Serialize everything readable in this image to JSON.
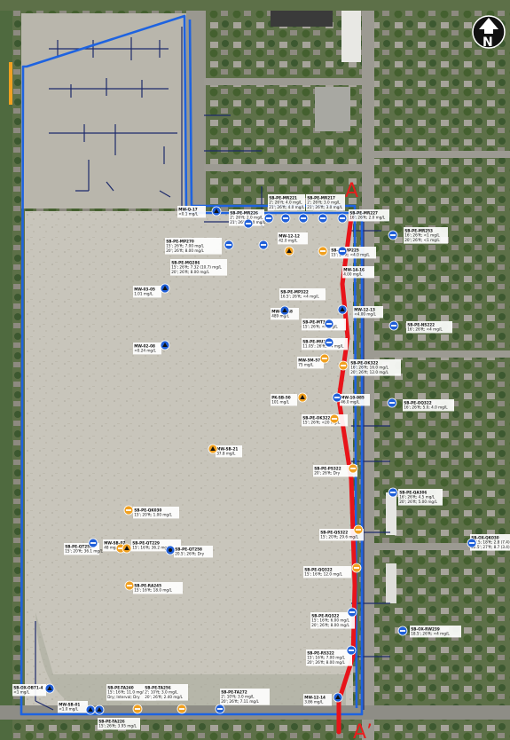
{
  "map": {
    "north_label": "N",
    "section": {
      "start": "A",
      "end": "A’",
      "color": "#e8141a"
    },
    "colors": {
      "boundary": "#1e63e0",
      "well_blue": "#1f5fd8",
      "well_orange": "#f0a020",
      "pipe": "#1d2a6b",
      "label_bg": "#ffffff"
    },
    "labels": [
      {
        "id": "l01",
        "lines": [
          "MW-Q-17",
          "<0.1 mg/L"
        ]
      },
      {
        "id": "l02",
        "lines": [
          "SB-PE-MR226",
          "2'; 26'ft; 2.0 mg/L",
          "21'; 26'ft; 2.0 mg/L"
        ]
      },
      {
        "id": "l03",
        "lines": [
          "SB-PE-MR221",
          "2'; 26'ft; 4.0 mg/L",
          "21'; 26'ft; 4.0 mg/L"
        ]
      },
      {
        "id": "l04",
        "lines": [
          "SB-PE-MR217",
          "2'; 26'ft; 3.0 mg/L",
          "21'; 26'ft; 3.0 mg/L"
        ]
      },
      {
        "id": "l05",
        "lines": [
          "SB-PE-MR227",
          "16'; 26'ft; 2.0 mg/L"
        ]
      },
      {
        "id": "l06",
        "lines": [
          "SB-PE-MR253",
          "16'; 26'ft; <1 mg/L",
          "20'; 26'ft; <1 mg/L"
        ]
      },
      {
        "id": "l07",
        "lines": [
          "SB-PE-MP270",
          "15'; 26'ft; 7.00 mg/L",
          "20'; 26'ft; 8.00 mg/L"
        ]
      },
      {
        "id": "l08",
        "lines": [
          "MW-12-12",
          "42.0 mg/L"
        ]
      },
      {
        "id": "l09",
        "lines": [
          "SB-PE-MP225",
          "15'; 26'ft; <4.0 mg/L"
        ]
      },
      {
        "id": "l10",
        "lines": [
          "SB-PE-MQ286",
          "15'; 26'ft; 7.32 (10.7) mg/L",
          "20'; 26'ft; 8.00 mg/L"
        ]
      },
      {
        "id": "l11",
        "lines": [
          "MW-14-16",
          "4.00 mg/L"
        ]
      },
      {
        "id": "l12",
        "lines": [
          "MW-03-05",
          "1.01 mg/L"
        ]
      },
      {
        "id": "l13",
        "lines": [
          "SB-PE-MP322",
          "16.5'; 26'ft; <4 mg/L"
        ]
      },
      {
        "id": "l14",
        "lines": [
          "MW-12-13",
          "<4.00 mg/L"
        ]
      },
      {
        "id": "l15",
        "lines": [
          "MW-14-68",
          "489 mg/L"
        ]
      },
      {
        "id": "l16",
        "lines": [
          "SB-PE-MT322",
          "15'; 26'ft; <4 mg/L"
        ]
      },
      {
        "id": "l17",
        "lines": [
          "SB-PE-MU322",
          "11.05'; 26'ft; <4 mg/L"
        ]
      },
      {
        "id": "l18",
        "lines": [
          "SB-PE-NS222",
          "16'; 26'ft; <4 mg/L"
        ]
      },
      {
        "id": "l19",
        "lines": [
          "MW-02-08",
          "<0.24 mg/L"
        ]
      },
      {
        "id": "l20",
        "lines": [
          "MW-5M-57",
          "75 mg/L"
        ]
      },
      {
        "id": "l21",
        "lines": [
          "SB-PE-OK322",
          "16'; 26'ft; 16.0 mg/L",
          "20'; 26'ft; 12.0 mg/L"
        ]
      },
      {
        "id": "l22",
        "lines": [
          "MW-10-985",
          "46.0 mg/L"
        ]
      },
      {
        "id": "l23",
        "lines": [
          "PK-SB-50",
          "101 mg/L"
        ]
      },
      {
        "id": "l24",
        "lines": [
          "SB-PE-OQ322",
          "16'; 26'ft; 5.0; 4.0 mg/L"
        ]
      },
      {
        "id": "l25",
        "lines": [
          "SB-PE-OK322",
          "15'; 26'ft; <20 mg/L"
        ]
      },
      {
        "id": "l26",
        "lines": [
          "MW-SB-21",
          "37.8 mg/L"
        ]
      },
      {
        "id": "l27",
        "lines": [
          "SB-PE-PS322",
          "20'; 26'ft; Dry"
        ]
      },
      {
        "id": "l28",
        "lines": [
          "SB-PE-QA306",
          "16'; 26'ft; 4.5 mg/L",
          "20'; 26'ft; 5.00 mg/L"
        ]
      },
      {
        "id": "l29",
        "lines": [
          "SB-PE-QK030",
          "15'; 20'ft; 1.00 mg/L"
        ]
      },
      {
        "id": "l30",
        "lines": [
          "SB-PE-QS322",
          "15'; 20'ft; 29.6 mg/L"
        ]
      },
      {
        "id": "l31",
        "lines": [
          "SB-OX-QK030",
          "12'.5; 18'ft; 2.8 (7.4) mg/L",
          "22.5'; 27'ft; 8.7 (3.4) mg/L"
        ]
      },
      {
        "id": "l32",
        "lines": [
          "SB-PE-QT229",
          "15'; 16'ft; 36.2 mg/L"
        ]
      },
      {
        "id": "l33",
        "lines": [
          "MW-SB-07",
          "48 mg/L"
        ]
      },
      {
        "id": "l34",
        "lines": [
          "SB-PE-QT258",
          "20.5'; 26'ft; Dry"
        ]
      },
      {
        "id": "l35",
        "lines": [
          "SB-PE-QT259",
          "15'; 20'ft; 36.1 mg/L"
        ]
      },
      {
        "id": "l36",
        "lines": [
          "SB-PE-QQ322",
          "15'; 16'ft; 12.0 mg/L"
        ]
      },
      {
        "id": "l37",
        "lines": [
          "SB-PE-RA245",
          "15'; 16'ft; 18.0 mg/L"
        ]
      },
      {
        "id": "l38",
        "lines": [
          "SB-PE-RQ322",
          "15'; 16'ft; 6.00 mg/L",
          "20'; 26'ft; 8.00 mg/L"
        ]
      },
      {
        "id": "l39",
        "lines": [
          "SB-OX-RW239",
          "18.5'; 26'ft; <4 mg/L"
        ]
      },
      {
        "id": "l40",
        "lines": [
          "SB-PE-RS322",
          "15'; 16'ft; 7.00 mg/L",
          "20'; 26'ft; 8.00 mg/L"
        ]
      },
      {
        "id": "l41",
        "lines": [
          "SB-PE-TA240",
          "15'; 16'ft; 11.0 mg/L",
          "Dry; Interval; Dry"
        ]
      },
      {
        "id": "l42",
        "lines": [
          "SB-PE-TA256",
          "2'; 10'ft; 3.0 mg/L",
          "20'; 26'ft; 2.40 mg/L"
        ]
      },
      {
        "id": "l43",
        "lines": [
          "SB-PE-TA272",
          "2'; 10'ft; 3.0 mg/L",
          "20'; 26'ft; 7.11 mg/L"
        ]
      },
      {
        "id": "l44",
        "lines": [
          "MW-12-14",
          "3.86 mg/L"
        ]
      },
      {
        "id": "l45",
        "lines": [
          "MW-SB-01",
          "<1.0 mg/L"
        ]
      },
      {
        "id": "l46",
        "lines": [
          "SB-OX-OB71-4",
          "<1 mg/L"
        ]
      },
      {
        "id": "l47",
        "lines": [
          "SB-PE-TA226",
          "15'; 26'ft; 3.95 mg/L"
        ]
      }
    ]
  }
}
